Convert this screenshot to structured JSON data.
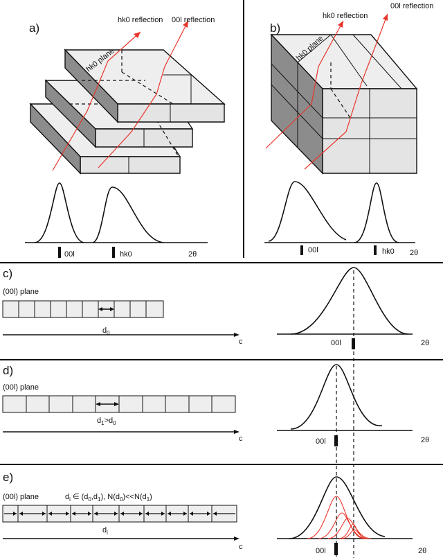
{
  "panels": {
    "a": {
      "label": "a)",
      "ray_hk0": "hk0 reflection",
      "ray_00l": "00l reflection",
      "plane": "hk0 plane",
      "peak1": "00l",
      "peak2": "hk0",
      "axis": "2θ"
    },
    "b": {
      "label": "b)",
      "ray_hk0": "hk0 reflection",
      "ray_00l": "00l reflection",
      "plane": "hk0 plane",
      "peak1": "00l",
      "peak2": "hk0",
      "axis": "2θ"
    },
    "c": {
      "label": "c)",
      "plane": "(00l) plane",
      "spacing": "d",
      "spacing_sub": "0",
      "axis_c": "c",
      "peak": "00l",
      "axis": "2θ"
    },
    "d": {
      "label": "d)",
      "plane": "(00l) plane",
      "spacing_a": "d",
      "spacing_a_sub": "1",
      "spacing_b": ">d",
      "spacing_b_sub": "0",
      "axis_c": "c",
      "peak": "00l",
      "axis": "2θ"
    },
    "e": {
      "label": "e)",
      "plane": "(00l) plane",
      "cond_1": "d",
      "cond_1_sub": "i",
      "cond_2": " ∈ (d",
      "cond_2_sub": "0",
      "cond_3": ",d",
      "cond_3_sub": "1",
      "cond_4": "), N(d",
      "cond_4_sub": "0",
      "cond_5": ")<<N(d",
      "cond_5_sub": "1",
      "cond_6": ")",
      "spacing": "d",
      "spacing_sub": "i",
      "axis_c": "c",
      "peak": "00l",
      "axis": "2θ"
    }
  },
  "colors": {
    "ray": "#e8352b",
    "block_side": "#8c8c8c",
    "block_face": "#eeeeee",
    "ink": "#111111"
  }
}
